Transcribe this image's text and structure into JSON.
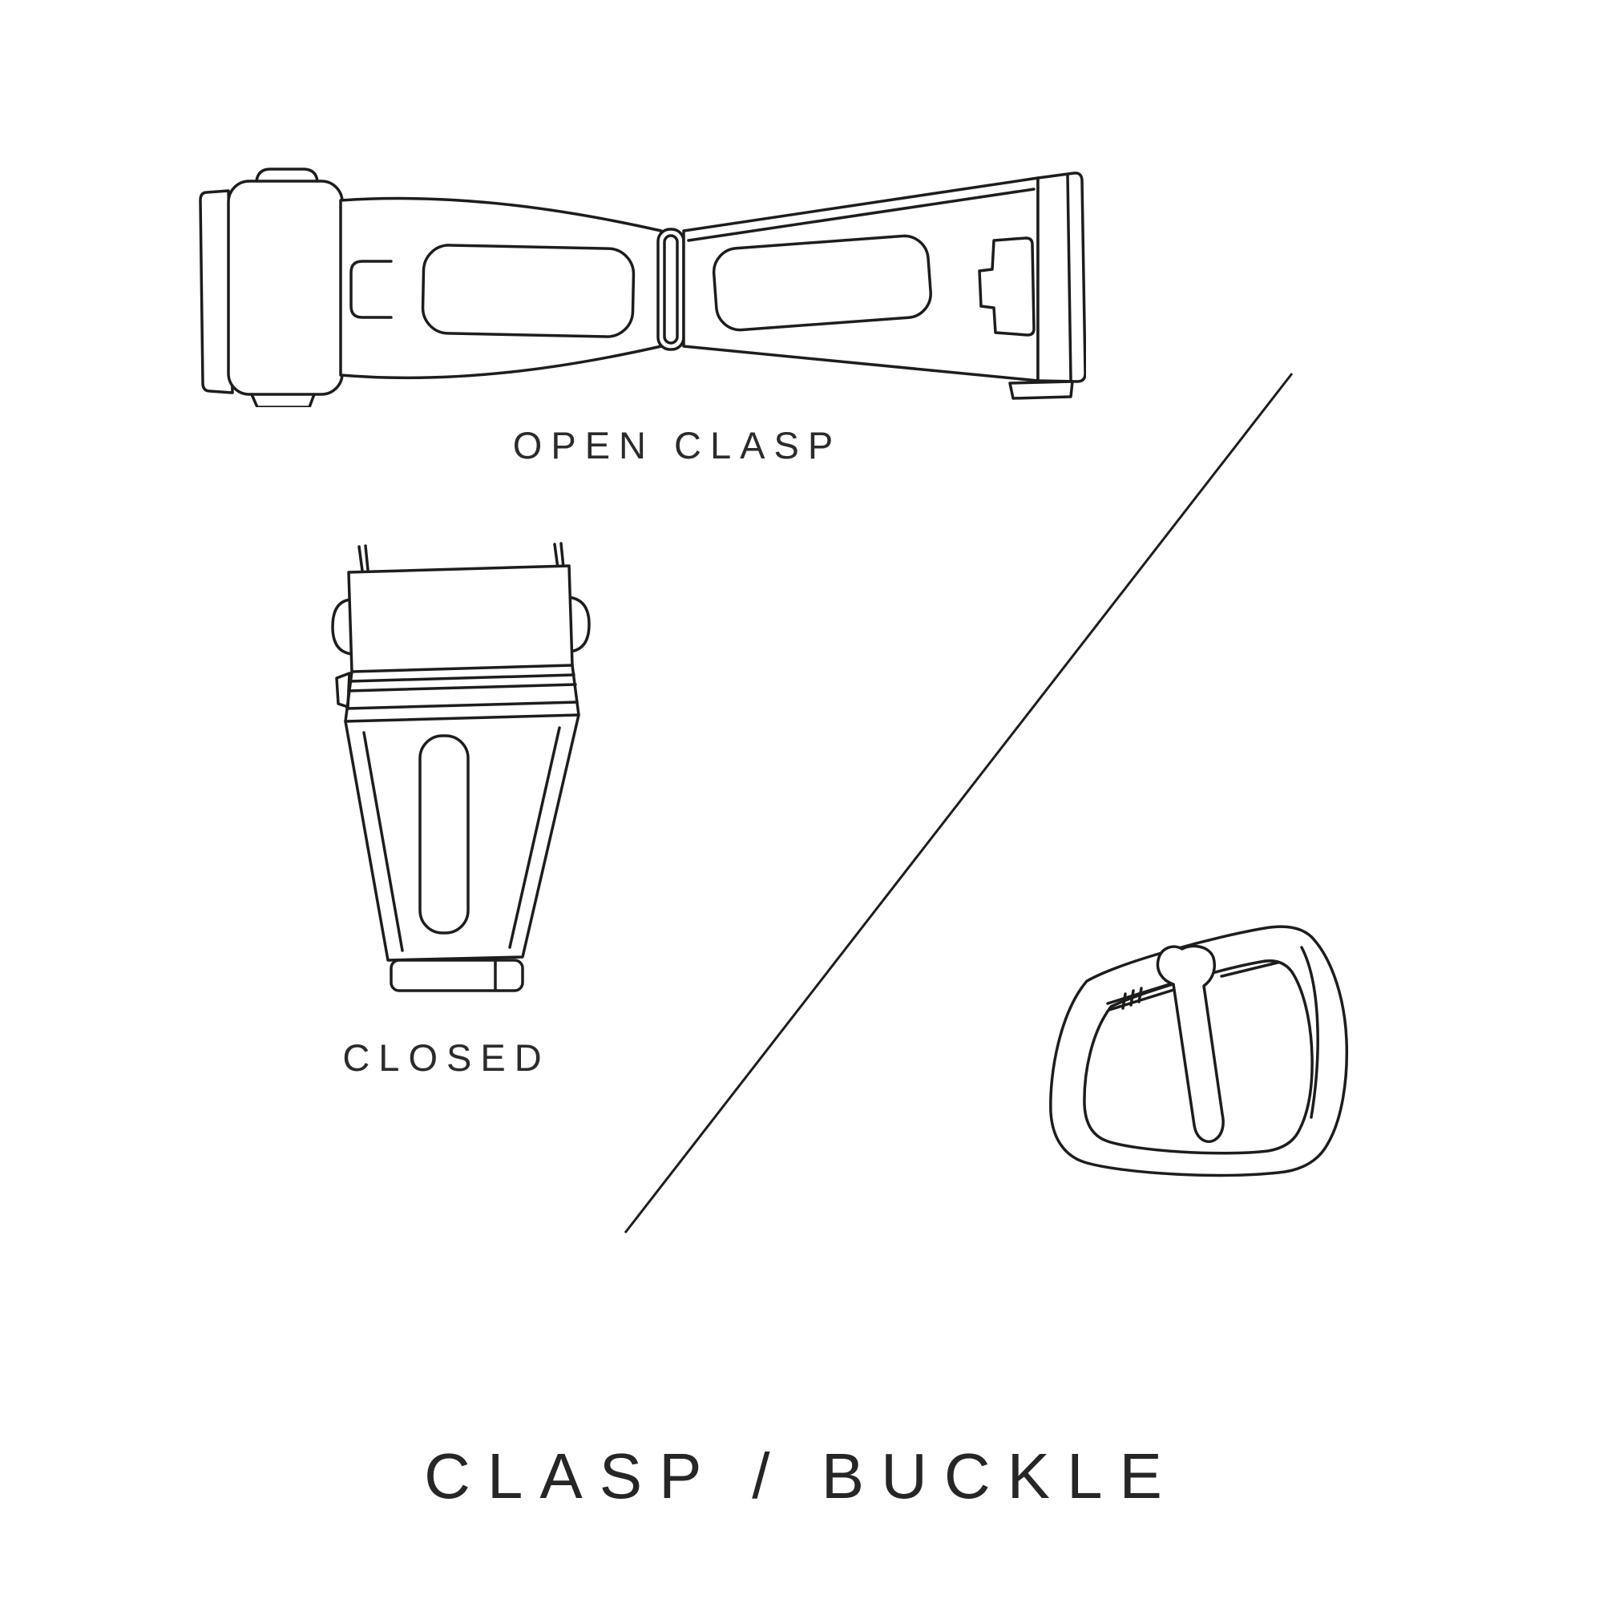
{
  "page": {
    "background": "#ffffff",
    "line_color": "#1d1d1b",
    "text_color": "#2b2b2b"
  },
  "figures": {
    "open_clasp": {
      "label": "OPEN CLASP"
    },
    "closed_clasp": {
      "label": "CLOSED"
    }
  },
  "title": {
    "text": "CLASP / BUCKLE"
  }
}
